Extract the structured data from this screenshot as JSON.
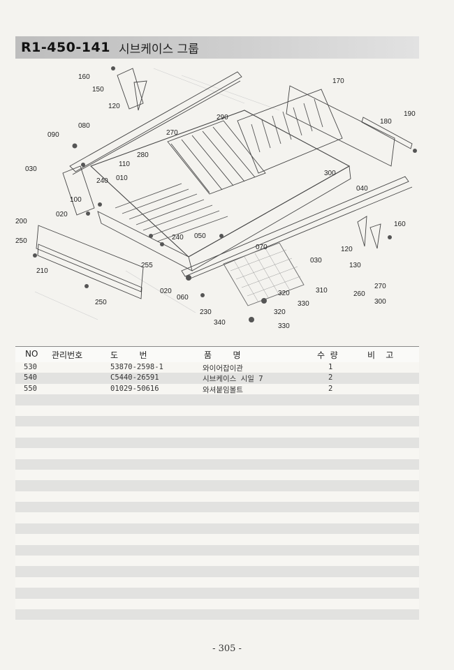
{
  "header": {
    "code": "R1-450-141",
    "name": "시브케이스 그룹"
  },
  "diagram": {
    "callouts": [
      "160",
      "150",
      "120",
      "090",
      "080",
      "030",
      "240",
      "110",
      "100",
      "010",
      "020",
      "200",
      "250",
      "210",
      "255",
      "250",
      "020",
      "060",
      "230",
      "340",
      "280",
      "270",
      "290",
      "050",
      "240",
      "070",
      "170",
      "190",
      "180",
      "300",
      "040",
      "160",
      "120",
      "130",
      "030",
      "310",
      "320",
      "330",
      "320",
      "330",
      "270",
      "260",
      "300"
    ]
  },
  "table": {
    "headers": {
      "no": "NO",
      "mgmt": "관리번호",
      "drawing": "도        번",
      "name": "품        명",
      "qty": "수  량",
      "remark": "비    고"
    },
    "rows": [
      {
        "no": "530",
        "drawing": "53870-2598-1",
        "name": "와이어잡이관",
        "qty": "1"
      },
      {
        "no": "540",
        "drawing": "C5440-26591",
        "name": "시브케이스 시일 7",
        "qty": "2"
      },
      {
        "no": "550",
        "drawing": "01029-50616",
        "name": "와셔붙임볼트",
        "qty": "2"
      },
      {
        "no": "",
        "drawing": "",
        "name": "",
        "qty": ""
      },
      {
        "no": "",
        "drawing": "",
        "name": "",
        "qty": ""
      },
      {
        "no": "",
        "drawing": "",
        "name": "",
        "qty": ""
      },
      {
        "no": "",
        "drawing": "",
        "name": "",
        "qty": ""
      },
      {
        "no": "",
        "drawing": "",
        "name": "",
        "qty": ""
      },
      {
        "no": "",
        "drawing": "",
        "name": "",
        "qty": ""
      },
      {
        "no": "",
        "drawing": "",
        "name": "",
        "qty": ""
      },
      {
        "no": "",
        "drawing": "",
        "name": "",
        "qty": ""
      },
      {
        "no": "",
        "drawing": "",
        "name": "",
        "qty": ""
      },
      {
        "no": "",
        "drawing": "",
        "name": "",
        "qty": ""
      },
      {
        "no": "",
        "drawing": "",
        "name": "",
        "qty": ""
      },
      {
        "no": "",
        "drawing": "",
        "name": "",
        "qty": ""
      },
      {
        "no": "",
        "drawing": "",
        "name": "",
        "qty": ""
      },
      {
        "no": "",
        "drawing": "",
        "name": "",
        "qty": ""
      },
      {
        "no": "",
        "drawing": "",
        "name": "",
        "qty": ""
      },
      {
        "no": "",
        "drawing": "",
        "name": "",
        "qty": ""
      },
      {
        "no": "",
        "drawing": "",
        "name": "",
        "qty": ""
      },
      {
        "no": "",
        "drawing": "",
        "name": "",
        "qty": ""
      },
      {
        "no": "",
        "drawing": "",
        "name": "",
        "qty": ""
      },
      {
        "no": "",
        "drawing": "",
        "name": "",
        "qty": ""
      },
      {
        "no": "",
        "drawing": "",
        "name": "",
        "qty": ""
      }
    ]
  },
  "footer": {
    "page": "- 305 -"
  }
}
